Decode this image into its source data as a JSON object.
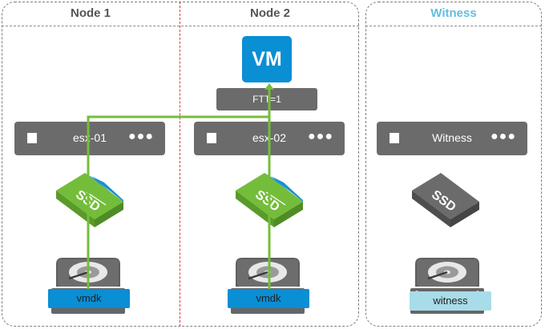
{
  "groups": {
    "node1": "Node 1",
    "node2": "Node 2",
    "witness": "Witness"
  },
  "vm": {
    "label": "VM",
    "policy": "FTT=1"
  },
  "hosts": {
    "esx01": "esx-01",
    "esx02": "esx-02",
    "witness": "Witness"
  },
  "ssd_label": "SSD",
  "disks": {
    "node1": "vmdk",
    "node2": "vmdk",
    "witness": "witness"
  },
  "colors": {
    "vm": "#0a8ed4",
    "network_line": "#74bd3a",
    "ssd_green": "#74bd3a",
    "ssd_gray": "#6b6b6b",
    "host_gray": "#6b6b6b",
    "witness_title": "#5fbfe0",
    "node_separator": "#e03a3a"
  }
}
